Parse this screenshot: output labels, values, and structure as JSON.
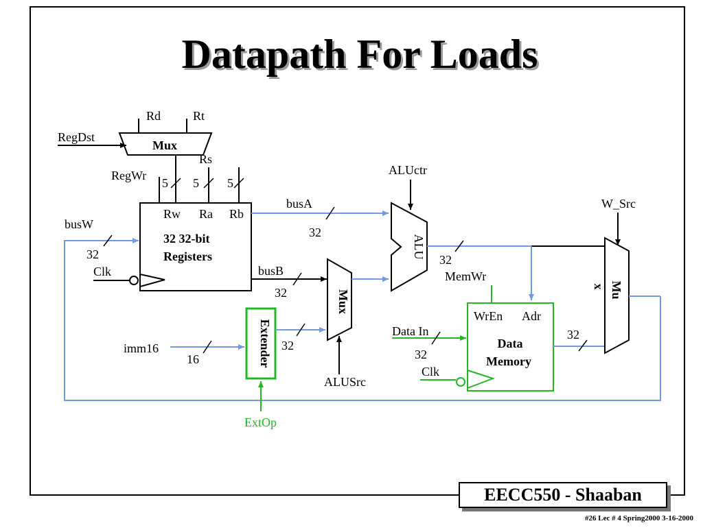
{
  "title": "Datapath For Loads",
  "footer": {
    "course": "EECC550 - Shaaban",
    "info": "#26   Lec # 4    Spring2000    3-16-2000"
  },
  "labels": {
    "rd": "Rd",
    "rt": "Rt",
    "rs": "Rs",
    "regdst": "RegDst",
    "mux": "Mux",
    "regwr": "RegWr",
    "five": "5",
    "rw": "Rw",
    "ra": "Ra",
    "rb": "Rb",
    "registers_line1": "32 32-bit",
    "registers_line2": "Registers",
    "busw": "busW",
    "thirtytwo": "32",
    "clk": "Clk",
    "busa": "busA",
    "busb": "busB",
    "aluctr": "ALUctr",
    "alu": "ALU",
    "extender": "Extender",
    "imm16": "imm16",
    "sixteen": "16",
    "extop": "ExtOp",
    "alusrc": "ALUSrc",
    "memwr": "MemWr",
    "wren": "WrEn",
    "adr": "Adr",
    "data_in": "Data In",
    "memory_line1": "Data",
    "memory_line2": "Memory",
    "w_src": "W_Src",
    "mux2_line1": "Mu",
    "mux2_line2": "x"
  },
  "colors": {
    "bus_blue": "#6f9ae6",
    "control_green": "#22b822",
    "black": "#000000"
  }
}
